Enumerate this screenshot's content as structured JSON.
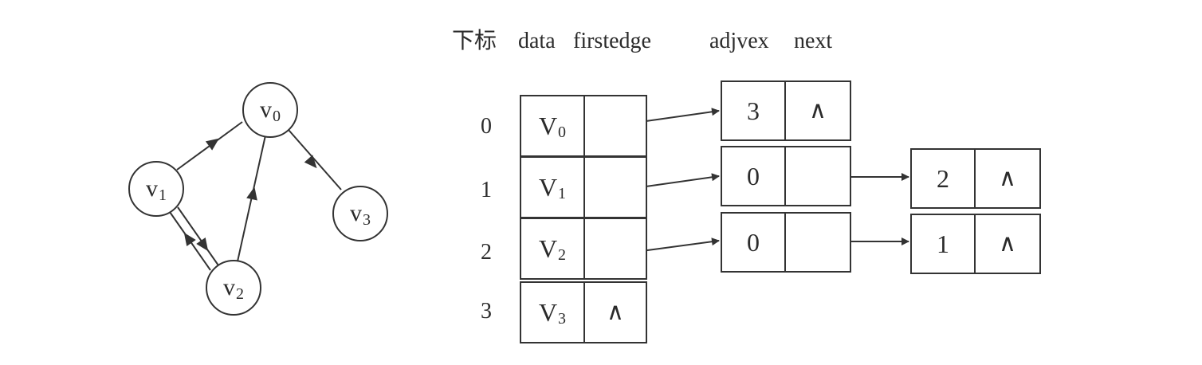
{
  "header": {
    "index": "下标",
    "data": "data",
    "firstedge": "firstedge",
    "adjvex": "adjvex",
    "next": "next"
  },
  "graph": {
    "nodes": [
      {
        "base": "v",
        "sub": "0"
      },
      {
        "base": "v",
        "sub": "1"
      },
      {
        "base": "v",
        "sub": "2"
      },
      {
        "base": "v",
        "sub": "3"
      }
    ],
    "edges": [
      {
        "from": "v1",
        "to": "v0"
      },
      {
        "from": "v0",
        "to": "v3"
      },
      {
        "from": "v1",
        "to": "v2"
      },
      {
        "from": "v2",
        "to": "v1"
      },
      {
        "from": "v2",
        "to": "v0"
      }
    ]
  },
  "table": {
    "rows": [
      {
        "index": "0",
        "base": "V",
        "sub": "0",
        "firstedge": ""
      },
      {
        "index": "1",
        "base": "V",
        "sub": "1",
        "firstedge": ""
      },
      {
        "index": "2",
        "base": "V",
        "sub": "2",
        "firstedge": ""
      },
      {
        "index": "3",
        "base": "V",
        "sub": "3",
        "firstedge": "∧"
      }
    ]
  },
  "edge_nodes": [
    {
      "adjvex": "3",
      "next": "∧"
    },
    {
      "adjvex": "0",
      "next": ""
    },
    {
      "adjvex": "2",
      "next": "∧"
    },
    {
      "adjvex": "0",
      "next": ""
    },
    {
      "adjvex": "1",
      "next": "∧"
    }
  ]
}
